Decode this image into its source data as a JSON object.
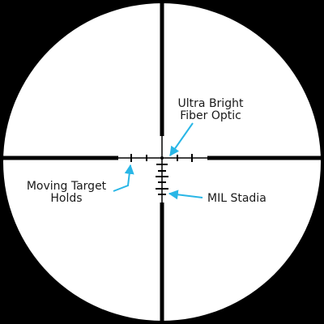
{
  "colors": {
    "background": "#000000",
    "scope_field": "#ffffff",
    "reticle": "#000000",
    "callout_arrow": "#29b6e6",
    "label_text": "#1a1a1a"
  },
  "callouts": {
    "fiber_optic": {
      "line1": "Ultra Bright",
      "line2": "Fiber Optic"
    },
    "moving_target": {
      "line1": "Moving Target",
      "line2": "Holds"
    },
    "mil_stadia": {
      "line1": "MIL Stadia"
    }
  }
}
